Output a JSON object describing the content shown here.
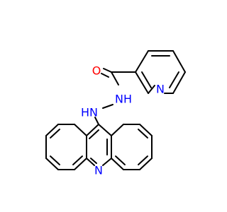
{
  "molecule": {
    "atoms": {
      "O": {
        "label": "O",
        "color": "#ff0000"
      },
      "N_pyridine": {
        "label": "N",
        "color": "#0000ff"
      },
      "NH_amide": {
        "label": "NH",
        "color": "#0000ff"
      },
      "HN_hydrazine": {
        "label": "HN",
        "color": "#0000ff"
      },
      "N_acridine": {
        "label": "N",
        "color": "#0000ff"
      }
    },
    "bond_color": "#000000"
  }
}
